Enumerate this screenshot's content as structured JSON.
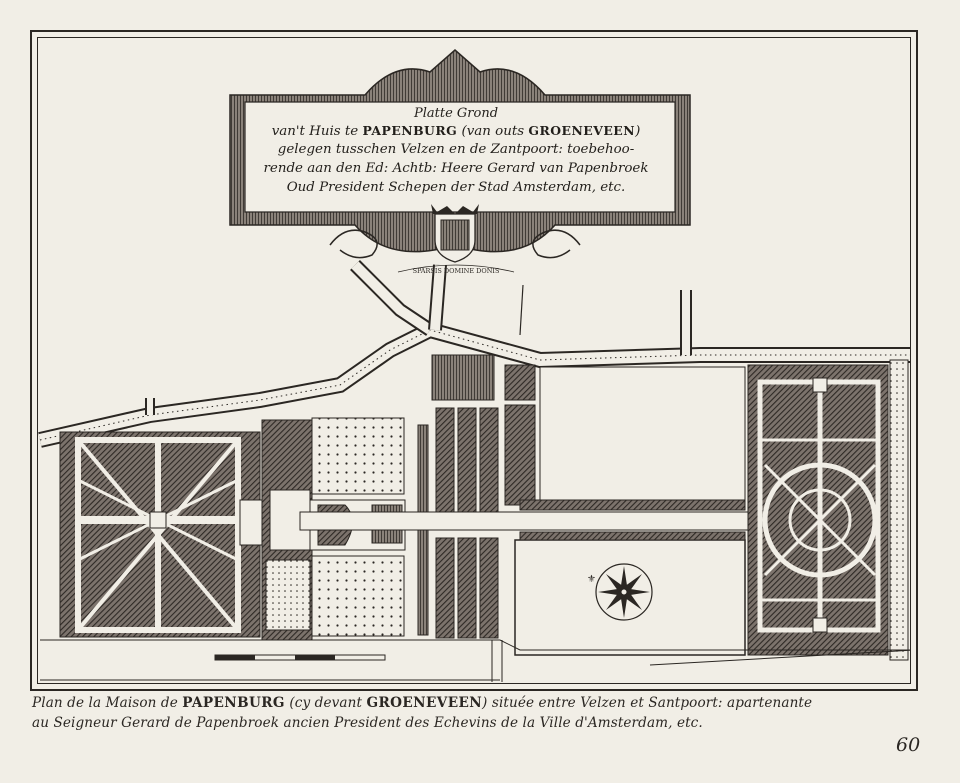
{
  "cartouche": {
    "line0": "Platte Grond",
    "line1_pre": "van't Huis te ",
    "line1_name": "PAPENBURG",
    "line1_mid": " (van outs ",
    "line1_old": "GROENEVEEN",
    "line1_post": ")",
    "line2": "gelegen tusschen Velzen en de Zantpoort: toebehoo-",
    "line3": "rende aan den Ed: Achtb: Heere Gerard van Papenbroek",
    "line4": "Oud President Schepen der Stad Amsterdam, etc."
  },
  "motto": "SPARSIS DOMINE DONIS",
  "caption": {
    "line1_pre": "Plan de la Maison de ",
    "line1_name": "PAPENBURG",
    "line1_mid": " (cy devant ",
    "line1_old": "GROENEVEEN",
    "line1_post": ") située entre Velzen et Santpoort: apartenante",
    "line2": "au Seigneur Gerard de Papenbroek ancien President des Echevins de la Ville d'Amsterdam, etc."
  },
  "page_number": "60",
  "colors": {
    "paper": "#f1eee6",
    "ink": "#2b2723",
    "hatch": "#4a4440",
    "path": "#efece3"
  },
  "icons": {
    "compass": "compass-rose-icon",
    "crest": "coat-of-arms-icon",
    "scale": "scale-bar-icon"
  }
}
